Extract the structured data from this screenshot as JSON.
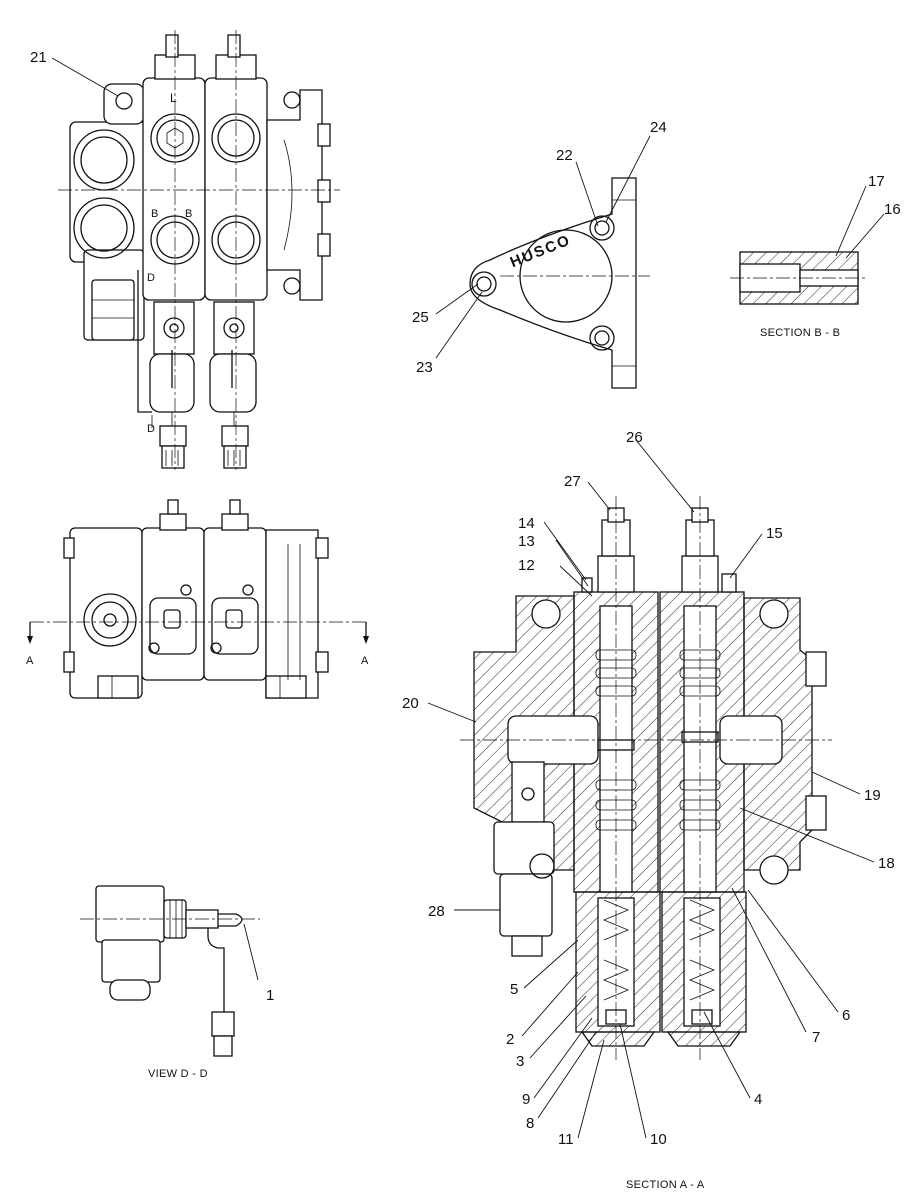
{
  "captions": {
    "section_bb": "SECTION B - B",
    "view_dd": "VIEW D - D",
    "section_aa": "SECTION A - A"
  },
  "marks": {
    "L": "L",
    "B": "B",
    "D": "D",
    "A": "A",
    "brand": "HUSCO"
  },
  "callouts": [
    "1",
    "2",
    "3",
    "4",
    "5",
    "6",
    "7",
    "8",
    "9",
    "10",
    "11",
    "12",
    "13",
    "14",
    "15",
    "16",
    "17",
    "18",
    "19",
    "20",
    "21",
    "22",
    "23",
    "24",
    "25",
    "26",
    "27",
    "28"
  ]
}
